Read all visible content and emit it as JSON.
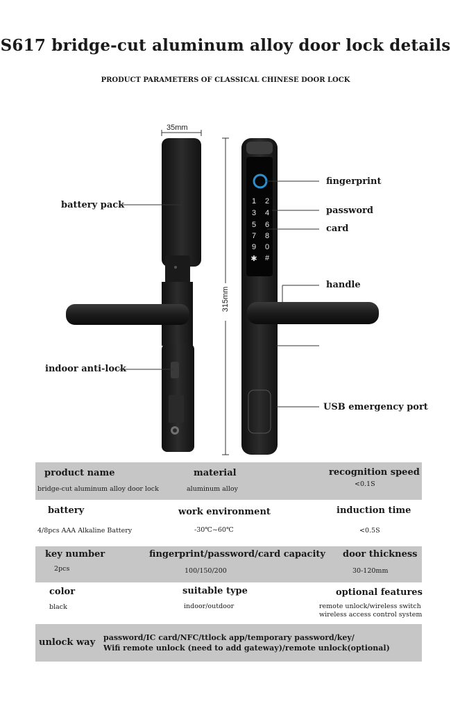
{
  "title": "S617 bridge-cut aluminum alloy door lock details",
  "subtitle": "PRODUCT PARAMETERS OF CLASSICAL CHINESE DOOR LOCK",
  "dimensions": {
    "width": "35mm",
    "height": "315mm"
  },
  "callouts": {
    "battery_pack": "battery pack",
    "indoor_anti_lock": "indoor anti-lock",
    "fingerprint": "fingerprint",
    "password": "password",
    "card": "card",
    "handle": "handle",
    "usb_port": "USB emergency port"
  },
  "keypad": [
    "1",
    "2",
    "3",
    "4",
    "5",
    "6",
    "7",
    "8",
    "9",
    "0",
    "✱",
    "#"
  ],
  "specs": {
    "product_name": {
      "label": "product name",
      "value": "bridge-cut aluminum alloy door lock"
    },
    "material": {
      "label": "material",
      "value": "aluminum alloy"
    },
    "recognition_speed": {
      "label": "recognition speed",
      "value": "<0.1S"
    },
    "battery": {
      "label": "battery",
      "value": "4/8pcs  AAA Alkaline Battery"
    },
    "work_environment": {
      "label": "work environment",
      "value": "-30℃~60℃"
    },
    "induction_time": {
      "label": "induction time",
      "value": "<0.5S"
    },
    "key_number": {
      "label": "key number",
      "value": "2pcs"
    },
    "capacity": {
      "label": "fingerprint/password/card capacity",
      "value": "100/150/200"
    },
    "door_thickness": {
      "label": "door thickness",
      "value": "30-120mm"
    },
    "color": {
      "label": "color",
      "value": "black"
    },
    "suitable_type": {
      "label": "suitable type",
      "value": "indoor/outdoor"
    },
    "optional_features": {
      "label": "optional features",
      "value_line1": "remote unlock/wireless switch",
      "value_line2": "wireless access control system"
    },
    "unlock_way": {
      "label": "unlock way",
      "value_line1": "password/IC card/NFC/ttlock app/temporary password/key/",
      "value_line2": "Wifi remote unlock (need to add gateway)/remote unlock(optional)"
    }
  }
}
